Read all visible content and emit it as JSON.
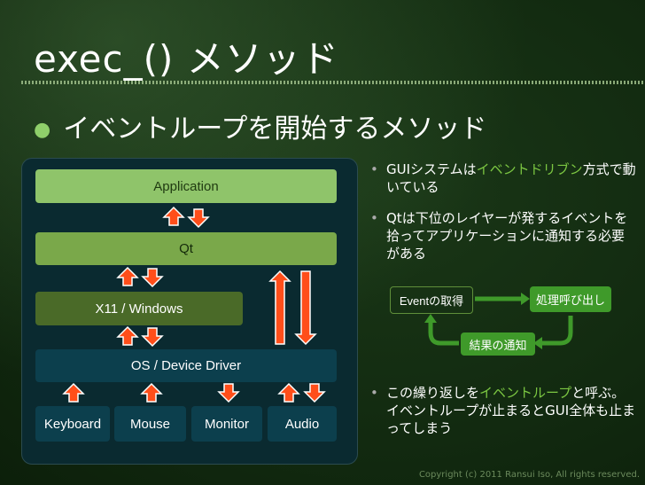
{
  "title": "exec_() メソッド",
  "main_bullet": "イベントループを開始するメソッド",
  "stack": {
    "application": "Application",
    "qt": "Qt",
    "x11": "X11 / Windows",
    "os": "OS / Device Driver",
    "hardware": [
      "Keyboard",
      "Mouse",
      "Monitor",
      "Audio"
    ]
  },
  "bullets": [
    {
      "parts": [
        "GUIシステムは",
        "イベントドリブン",
        "方式で動いている"
      ]
    },
    {
      "parts": [
        "Qtは下位のレイヤーが発するイベントを拾ってアプリケーションに通知する必要がある"
      ]
    },
    {
      "parts": [
        "この繰り返しを",
        "イベントループ",
        "と呼ぶ。イベントループが止まるとGUI全体も止まってしまう"
      ]
    }
  ],
  "flow": {
    "event": "Eventの取得",
    "process": "処理呼び出し",
    "notify": "結果の通知"
  },
  "colors": {
    "accent": "#7cc742",
    "arrow": "#ff4e1a"
  },
  "copyright": "Copyright (c) 2011 Ransui Iso, All rights reserved."
}
